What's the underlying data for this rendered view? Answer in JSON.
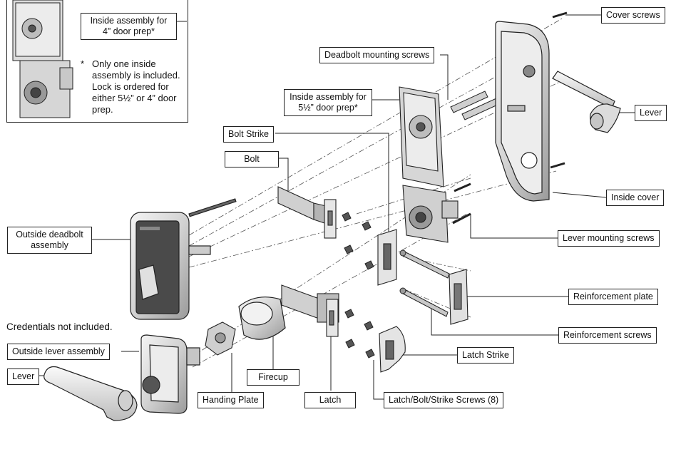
{
  "labels": {
    "inset_assembly": "Inside assembly for 4” door prep*",
    "inset_note_star": "*",
    "inset_note": "Only one inside assembly is included. Lock is ordered for either 5½” or 4” door prep.",
    "deadbolt_mounting_screws": "Deadbolt mounting screws",
    "inside_assembly_55": "Inside assembly for 5½” door prep*",
    "bolt_strike": "Bolt Strike",
    "bolt": "Bolt",
    "outside_deadbolt_assembly": "Outside deadbolt assembly",
    "credentials": "Credentials not included.",
    "outside_lever_assembly": "Outside lever assembly",
    "lever_left": "Lever",
    "handing_plate": "Handing Plate",
    "firecup": "Firecup",
    "latch": "Latch",
    "latch_bolt_strike_screws": "Latch/Bolt/Strike Screws (8)",
    "latch_strike": "Latch Strike",
    "reinforcement_screws": "Reinforcement screws",
    "reinforcement_plate": "Reinforcement plate",
    "lever_mounting_screws": "Lever mounting screws",
    "inside_cover": "Inside cover",
    "lever_right": "Lever",
    "cover_screws": "Cover screws"
  },
  "colors": {
    "line": "#222222",
    "metal_light": "#e6e6e6",
    "metal_mid": "#bdbdbd",
    "metal_dark": "#6e6e6e",
    "keypad": "#4a4a4a"
  }
}
